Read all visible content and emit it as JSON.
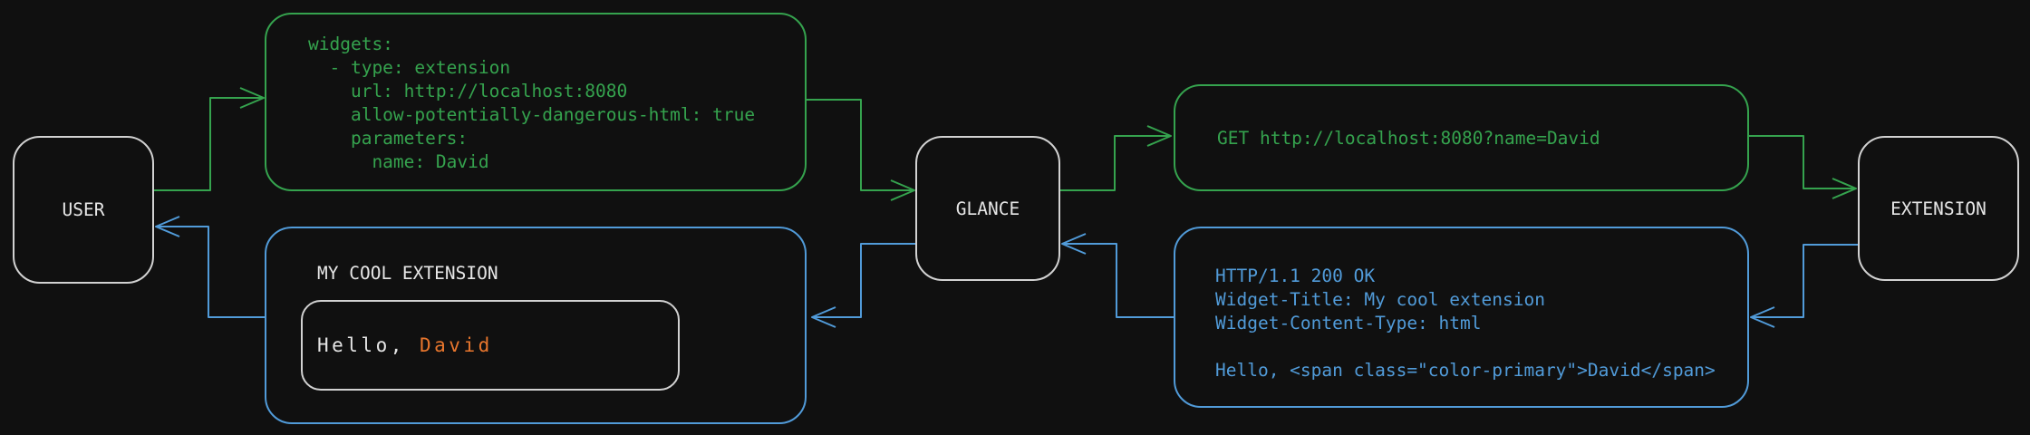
{
  "colors": {
    "background": "#101010",
    "green": "#35a34e",
    "blue": "#519bd9",
    "orange": "#e8762d",
    "node_border": "#d2d2d2",
    "text": "#e6e6e6"
  },
  "nodes": {
    "user": {
      "label": "USER"
    },
    "glance": {
      "label": "GLANCE"
    },
    "extension": {
      "label": "EXTENSION"
    }
  },
  "config_box": {
    "lines": [
      "widgets:",
      "  - type: extension",
      "    url: http://localhost:8080",
      "    allow-potentially-dangerous-html: true",
      "    parameters:",
      "      name: David"
    ]
  },
  "request_box": {
    "text": "GET http://localhost:8080?name=David"
  },
  "response_box": {
    "lines": [
      "HTTP/1.1 200 OK",
      "Widget-Title: My cool extension",
      "Widget-Content-Type: html",
      "",
      "Hello, <span class=\"color-primary\">David</span>"
    ]
  },
  "widget_box": {
    "title": "MY COOL EXTENSION",
    "greeting_prefix": "Hello, ",
    "greeting_name": "David"
  }
}
